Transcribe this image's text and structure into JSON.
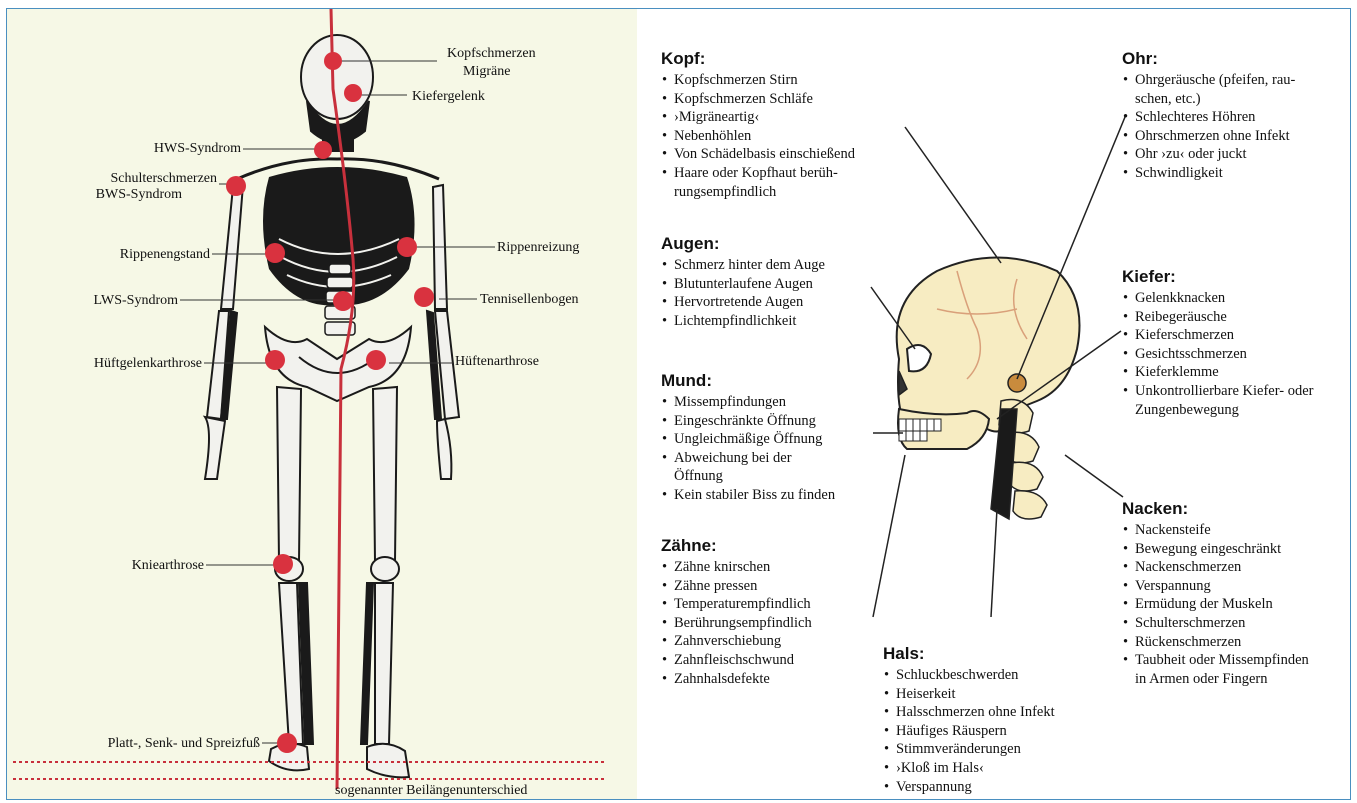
{
  "left": {
    "labels": {
      "kopfschmerzen": "Kopfschmerzen",
      "migraene": "Migräne",
      "kiefergelenk": "Kiefergelenk",
      "hws": "HWS-Syndrom",
      "schulterschmerzen": "Schulterschmerzen",
      "bws": "BWS-Syndrom",
      "rippenengstand": "Rippenengstand",
      "rippenreizung": "Rippenreizung",
      "lws": "LWS-Syndrom",
      "tennisellenbogen": "Tennisellenbogen",
      "hueftgelenkarthrose": "Hüftgelenkarthrose",
      "hueftenarthrose": "Hüftenarthrose",
      "kniearthrose": "Kniearthrose",
      "fuss": "Platt-, Senk- und Spreizfuß",
      "beinlaenge": "sogenannter Beilängenunterschied"
    },
    "colors": {
      "marker": "#d9323f",
      "axis": "#c8303c",
      "bone": "#f2f2ee",
      "dark": "#1a1a1a"
    }
  },
  "right": {
    "kopf": {
      "title": "Kopf:",
      "items": [
        "Kopfschmerzen Stirn",
        "Kopfschmerzen Schläfe",
        "›Migräneartig‹",
        "Nebenhöhlen",
        "Von Schädelbasis einschießend",
        "Haare oder Kopfhaut berüh-",
        "rungsempfindlich"
      ]
    },
    "ohr": {
      "title": "Ohr:",
      "items": [
        "Ohrgeräusche (pfeifen, rau-",
        "schen, etc.)",
        "Schlechteres Höhren",
        "Ohrschmerzen ohne Infekt",
        "Ohr ›zu‹ oder juckt",
        "Schwindligkeit"
      ]
    },
    "augen": {
      "title": "Augen:",
      "items": [
        "Schmerz hinter dem Auge",
        "Blutunterlaufene Augen",
        "Hervortretende Augen",
        "Lichtempfindlichkeit"
      ]
    },
    "kiefer": {
      "title": "Kiefer:",
      "items": [
        "Gelenkknacken",
        "Reibegeräusche",
        "Kieferschmerzen",
        "Gesichtsschmerzen",
        "Kieferklemme",
        "Unkontrollierbare Kiefer- oder",
        "Zungenbewegung"
      ]
    },
    "mund": {
      "title": "Mund:",
      "items": [
        "Missempfindungen",
        "Eingeschränkte Öffnung",
        "Ungleichmäßige Öffnung",
        "Abweichung bei der",
        "Öffnung",
        "Kein stabiler Biss zu finden"
      ]
    },
    "nacken": {
      "title": "Nacken:",
      "items": [
        "Nackensteife",
        "Bewegung eingeschränkt",
        "Nackenschmerzen",
        "Verspannung",
        "Ermüdung der Muskeln",
        "Schulterschmerzen",
        "Rückenschmerzen",
        "Taubheit oder Missempfinden",
        "in Armen oder Fingern"
      ]
    },
    "zaehne": {
      "title": "Zähne:",
      "items": [
        "Zähne knirschen",
        "Zähne pressen",
        "Temperaturempfindlich",
        "Berührungsempfindlich",
        "Zahnverschiebung",
        "Zahnfleischschwund",
        "Zahnhalsdefekte"
      ]
    },
    "hals": {
      "title": "Hals:",
      "items": [
        "Schluckbeschwerden",
        "Heiserkeit",
        "Halsschmerzen ohne Infekt",
        "Häufiges Räuspern",
        "Stimmveränderungen",
        "›Kloß im Hals‹",
        "Verspannung"
      ]
    },
    "colors": {
      "skull": "#f7ecc2",
      "skull_line": "#222222",
      "suture": "#d9a07a"
    }
  }
}
